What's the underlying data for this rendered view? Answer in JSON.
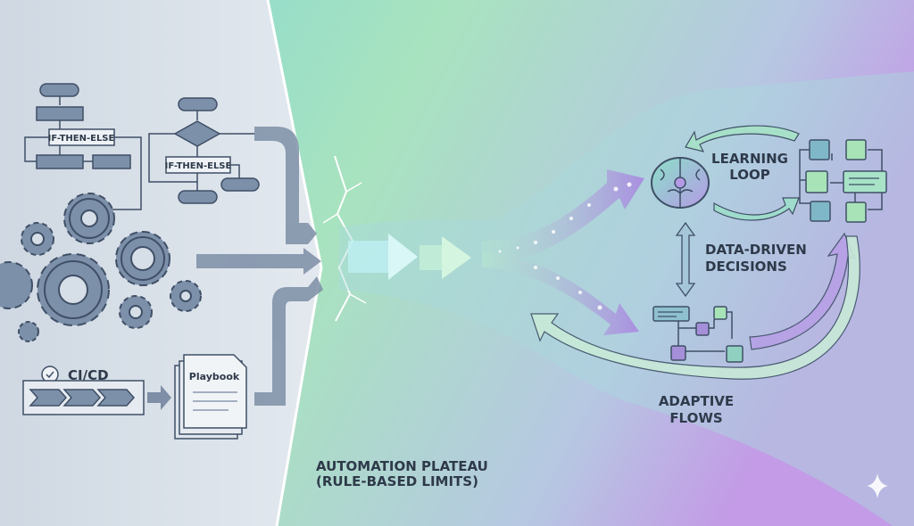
{
  "left": {
    "flowchart_a_label": "IF-THEN-ELSE",
    "flowchart_b_label": "IF-THEN-ELSE",
    "cicd_label": "CI/CD",
    "playbook_label": "Playbook"
  },
  "center": {
    "plateau_line1": "AUTOMATION PLATEAU",
    "plateau_line2": "(RULE-BASED LIMITS)"
  },
  "right": {
    "learning_loop_line1": "LEARNING",
    "learning_loop_line2": "LOOP",
    "data_driven_line1": "DATA-DRIVEN",
    "data_driven_line2": "DECISIONS",
    "adaptive_line1": "ADAPTIVE",
    "adaptive_line2": "FLOWS"
  },
  "colors": {
    "left_bg": "#d6dee7",
    "teal": "#7fd6d0",
    "green": "#a8e3b8",
    "purple": "#c39be6",
    "ink": "#2e3a4a"
  }
}
